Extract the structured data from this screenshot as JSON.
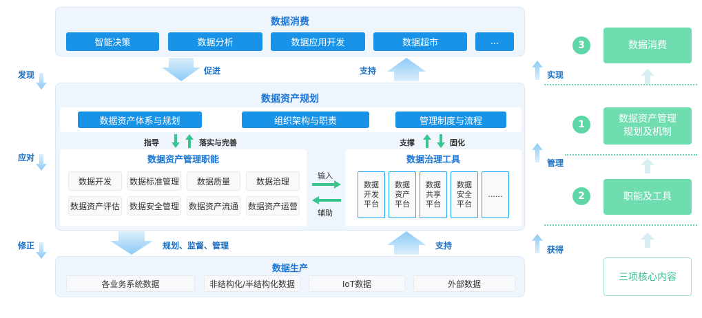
{
  "consumption": {
    "title": "数据消费",
    "items": [
      "智能决策",
      "数据分析",
      "数据应用开发",
      "数据超市",
      "..."
    ]
  },
  "arrows_top": {
    "down": "促进",
    "up": "支持"
  },
  "planning": {
    "title": "数据资产规划",
    "items": [
      "数据资产体系与规划",
      "组织架构与职责",
      "管理制度与流程"
    ],
    "left_down": "指导",
    "left_up": "落实与完善",
    "right_up": "支撑",
    "right_down": "固化"
  },
  "functions": {
    "title": "数据资产管理职能",
    "items": [
      "数据开发",
      "数据标准管理",
      "数据质量",
      "数据治理",
      "数据资产评估",
      "数据安全管理",
      "数据资产流通",
      "数据资产运营"
    ]
  },
  "middle": {
    "input": "输入",
    "assist": "辅助"
  },
  "tools": {
    "title": "数据治理工具",
    "items": [
      "数据\n开发\n平台",
      "数据\n资产\n平台",
      "数据\n共享\n平台",
      "数据\n安全\n平台",
      "......"
    ]
  },
  "arrows_bottom": {
    "down": "规划、监督、管理",
    "up": "支持"
  },
  "production": {
    "title": "数据生产",
    "items": [
      "各业务系统数据",
      "非结构化/半结构化数据",
      "IoT数据",
      "外部数据"
    ]
  },
  "left_labels": [
    "发现",
    "应对",
    "修正"
  ],
  "right_labels": [
    "实现",
    "管理",
    "获得"
  ],
  "core": {
    "boxes": [
      {
        "num": "3",
        "label": "数据消费"
      },
      {
        "num": "1",
        "label": "数据资产管理\n规划及机制"
      },
      {
        "num": "2",
        "label": "职能及工具"
      }
    ],
    "bottom": "三项核心内容"
  },
  "colors": {
    "blue": "#1893e8",
    "green": "#6fddb0",
    "panel": "#eef5fc"
  }
}
